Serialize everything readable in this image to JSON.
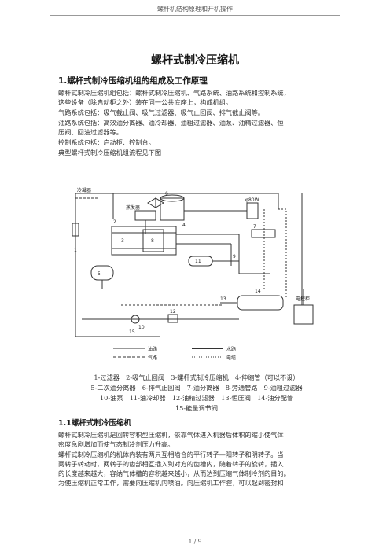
{
  "header": {
    "running_title": "螺杆机结构原理和开机操作"
  },
  "document": {
    "title": "螺杆式制冷压缩机",
    "section1": {
      "heading": "1.螺杆式制冷压缩机组的组成及工作原理",
      "para1_line1": "螺杆式制冷压缩机组包括：螺杆式制冷压缩机、气路系统、油路系统和控制系统，",
      "para1_line2": "这些设备（除启动柜之外）装在同一公共底座上，构成机组。",
      "gas_line": "气路系统包括：吸气截止阀、吸气过滤器、吸气止回阀、排气截止阀等。",
      "oil_line1": "油路系统包括：高效油分离器、油冷却器、油粗过滤器、油泵、油精过滤器、恒",
      "oil_line2": "压阀、回油过滤器等。",
      "control_line": "控制系统包括：启动柜、控制台。",
      "figure_intro": "典型螺杆式制冷压缩机组流程见下图"
    },
    "diagram": {
      "labels": {
        "condenser": "冷凝器",
        "evaporator": "蒸发器",
        "cabinet": "电控柜",
        "dim": "φ80W",
        "legend_oil": "油路",
        "legend_gas": "气路",
        "legend_water": "水路",
        "legend_cable": "电缆"
      },
      "numbers": [
        "1",
        "2",
        "3",
        "4",
        "5",
        "6",
        "7",
        "8",
        "9",
        "10",
        "11",
        "12",
        "13",
        "14",
        "15"
      ]
    },
    "legend": {
      "line1": "1-过滤器　2-吸气止回阀　3-螺杆式制冷压缩机　4-伸缩管（可以不设）",
      "line2": "5-二次油分离器　6-排气止回阀　7-油分离器　8-旁通管路　9-油粗过滤器",
      "line3": "10-油泵　11-油冷却器　12-油精过滤器　13-恒压阀　14-油分配管",
      "line4": "15-能量调节阀"
    },
    "section1_1": {
      "heading": "1.1螺杆式制冷压缩机",
      "p1_l1": "螺杆式制冷压缩机是回转容积型压缩机，依靠气体进入机器后体积的缩小使气体",
      "p1_l2": "密度急剧增加而使气态制冷剂压力升高。",
      "p2_l1": "螺杆式制冷压缩机的机体内装有两只互相啮合的平行转子—阳转子和阴转子。当",
      "p2_l2": "两转子转动时，两转子的齿部相互插入到对方的齿槽内，随着转子的旋转，插入",
      "p2_l3": "的长度越来越大，容纳气体槽的容积越来越小，从而达到压缩气体制冷剂的目的。",
      "p2_l4": "为使压缩机正常工作，需要向压缩机内喷油。向压缩机工作腔，可以起到密封和"
    }
  },
  "footer": {
    "page_indicator": "1 / 9"
  }
}
